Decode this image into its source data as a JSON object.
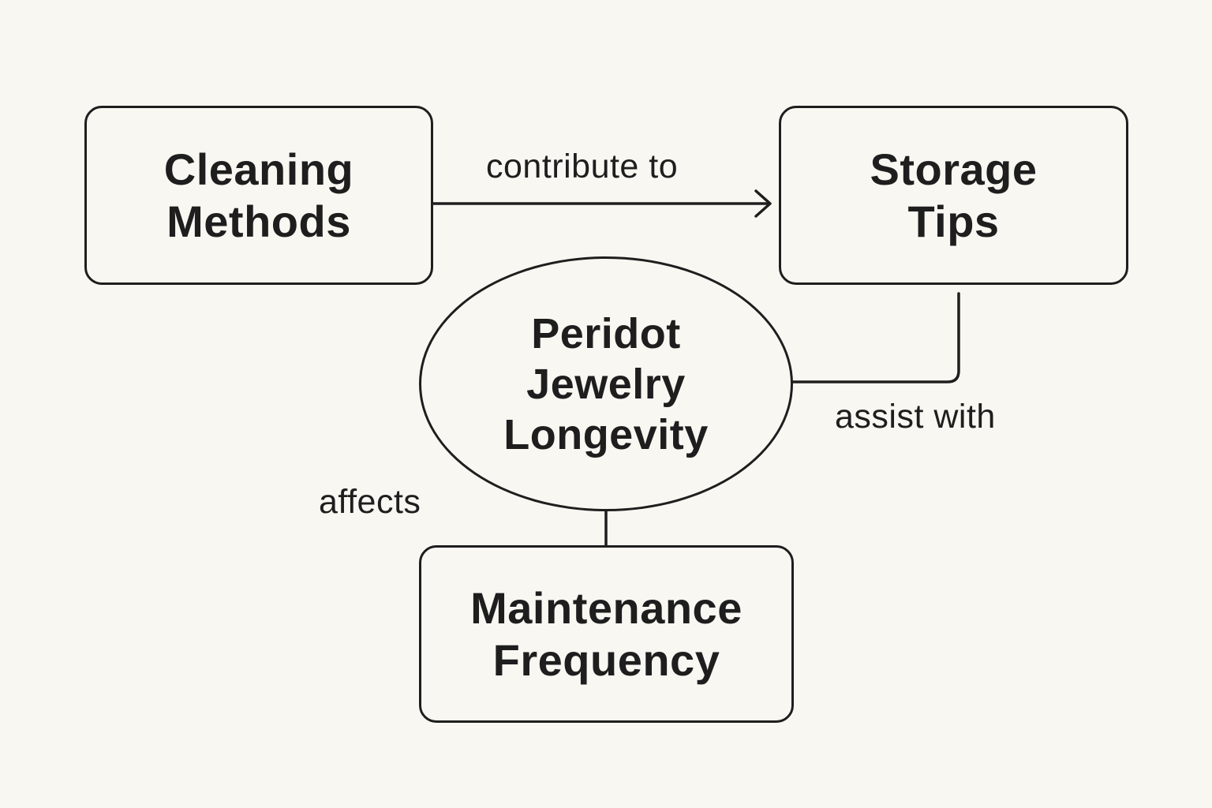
{
  "diagram": {
    "nodes": [
      {
        "id": "cleaning",
        "shape": "rounded-rect",
        "lines": [
          "Cleaning",
          "Methods"
        ]
      },
      {
        "id": "storage",
        "shape": "rounded-rect",
        "lines": [
          "Storage",
          "Tips"
        ]
      },
      {
        "id": "center",
        "shape": "ellipse",
        "lines": [
          "Peridot",
          "Jewelry",
          "Longevity"
        ]
      },
      {
        "id": "maintenance",
        "shape": "rounded-rect",
        "lines": [
          "Maintenance",
          "Frequency"
        ]
      }
    ],
    "edges": [
      {
        "from": "cleaning",
        "to": "storage",
        "label": "contribute to",
        "arrow": true
      },
      {
        "from": "storage",
        "to": "center",
        "label": "assist with",
        "arrow": false
      },
      {
        "from": "center",
        "to": "maintenance",
        "label": "affects",
        "arrow": false
      }
    ],
    "colors": {
      "background": "#f8f7f2",
      "stroke": "#1e1e1e",
      "text": "#1e1e1e"
    }
  }
}
